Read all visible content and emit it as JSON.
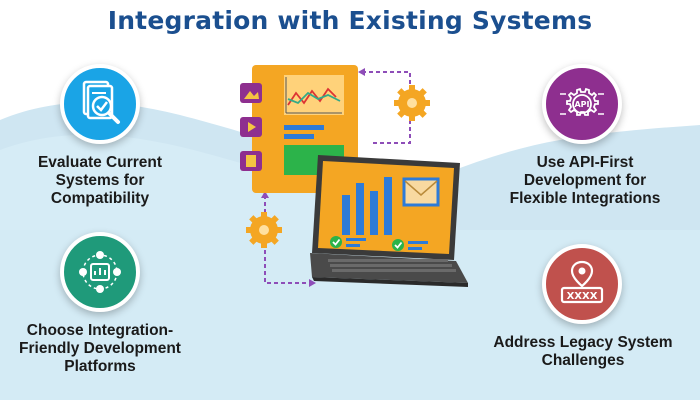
{
  "title": "Integration with Existing Systems",
  "items": [
    {
      "lines": [
        "Evaluate Current",
        "Systems for",
        "Compatibility"
      ],
      "icon": "checklist-magnifier-icon",
      "color": "#1aa4e6"
    },
    {
      "lines": [
        "Choose Integration-",
        "Friendly Development",
        "Platforms"
      ],
      "icon": "integration-network-icon",
      "color": "#1f9a7a"
    },
    {
      "lines": [
        "Use API-First",
        "Development for",
        "Flexible Integrations"
      ],
      "icon": "api-circuit-icon",
      "color": "#8e2f8f"
    },
    {
      "lines": [
        "Address Legacy System",
        "Challenges"
      ],
      "icon": "legacy-password-pin-icon",
      "color": "#c0514d"
    }
  ],
  "center_illustration": {
    "icon": "laptop-dashboard-illustration",
    "api_text": "API",
    "code_text": "XXXX"
  }
}
